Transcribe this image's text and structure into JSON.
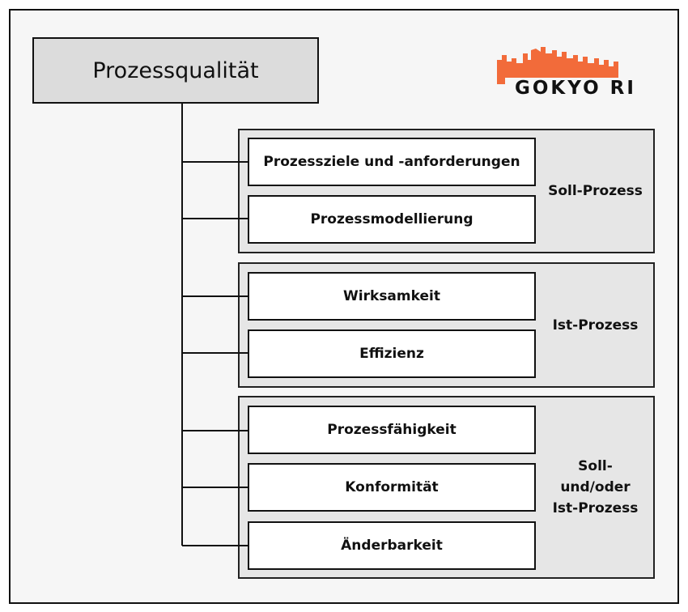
{
  "root": {
    "label": "Prozessqualität"
  },
  "logo": {
    "text": "GOKYO RI",
    "color": "#f26b3a"
  },
  "groups": [
    {
      "label": "Soll-Prozess",
      "items": [
        "Prozessziele und -anforderungen",
        "Prozessmodellierung"
      ]
    },
    {
      "label": "Ist-Prozess",
      "items": [
        "Wirksamkeit",
        "Effizienz"
      ]
    },
    {
      "label_lines": [
        "Soll-",
        "und/oder",
        "Ist-Prozess"
      ],
      "items": [
        "Prozessfähigkeit",
        "Konformität",
        "Änderbarkeit"
      ]
    }
  ]
}
